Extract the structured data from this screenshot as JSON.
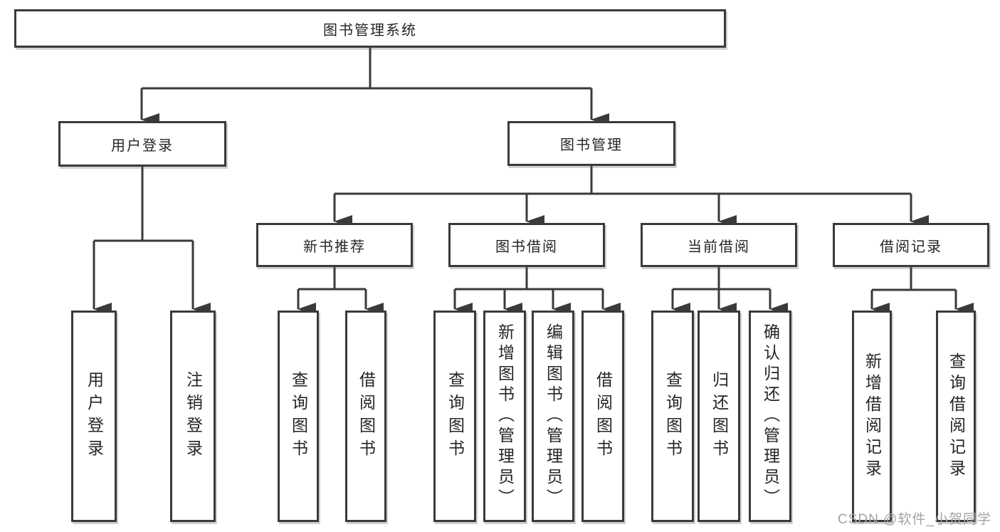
{
  "colors": {
    "line": "#3a3a3a",
    "box_border": "#3a3a3a",
    "box_fill": "#ffffff",
    "text": "#252525",
    "watermark": "#a3a3a3"
  },
  "diagram": {
    "root": {
      "label": "图书管理系统"
    },
    "level2": [
      {
        "label": "用户登录"
      },
      {
        "label": "图书管理"
      }
    ],
    "level3": [
      {
        "label": "新书推荐"
      },
      {
        "label": "图书借阅"
      },
      {
        "label": "当前借阅"
      },
      {
        "label": "借阅记录"
      }
    ],
    "leaves": {
      "user_login": [
        "用户登录",
        "注销登录"
      ],
      "new_book": [
        "查询图书",
        "借阅图书"
      ],
      "book_borrow": [
        "查询图书",
        "新增图书（管理员）",
        "编辑图书（管理员）",
        "借阅图书"
      ],
      "current_borrow": [
        "查询图书",
        "归还图书",
        "确认归还（管理员）"
      ],
      "borrow_records": [
        "新增借阅记录",
        "查询借阅记录"
      ]
    }
  },
  "watermark": {
    "text": "CSDN @软件_小贺同学"
  }
}
